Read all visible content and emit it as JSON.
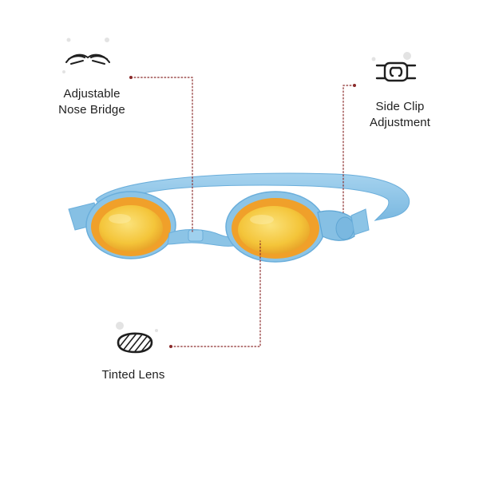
{
  "features": {
    "nose_bridge": {
      "line1": "Adjustable",
      "line2": "Nose Bridge",
      "icon": "nose-bridge-icon"
    },
    "side_clip": {
      "line1": "Side Clip",
      "line2": "Adjustment",
      "icon": "side-clip-icon"
    },
    "tinted_lens": {
      "line1": "Tinted Lens",
      "icon": "tinted-lens-icon"
    }
  },
  "colors": {
    "strap": "#8cc4e6",
    "strap_dark": "#5fa6d4",
    "frame": "#f0a02a",
    "lens": "#f6cc3a",
    "callout_line": "#8a2a2a",
    "text": "#1f1f1f"
  }
}
